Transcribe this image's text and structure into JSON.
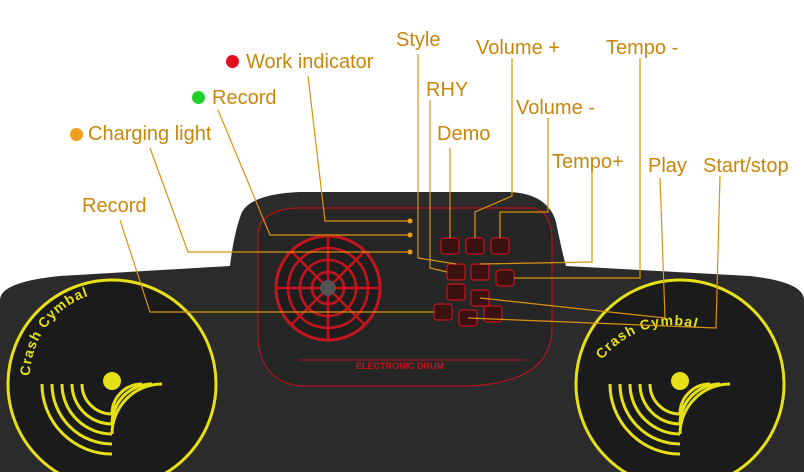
{
  "labels": {
    "style": "Style",
    "volume_up": "Volume +",
    "tempo_down": "Tempo -",
    "work_indicator": "Work indicator",
    "rhy": "RHY",
    "record_indicator": "Record",
    "volume_down": "Volume -",
    "charging_light": "Charging light",
    "demo": "Demo",
    "tempo_up": "Tempo+",
    "play": "Play",
    "start_stop": "Start/stop",
    "record_button": "Record"
  },
  "pads": {
    "left": "Crash Cymbal",
    "right": "Crash Cymbal"
  },
  "device": {
    "panel_text": "ELECTRONIC DRUM"
  },
  "colors": {
    "label": "#c8860a",
    "leader_line": "#d9920f",
    "work_indicator_dot": "#e3101a",
    "record_indicator_dot": "#1fd12a",
    "charging_light_dot": "#f0a020",
    "pad_yellow": "#e6e016",
    "device_body": "#2b2b2b",
    "panel_red": "#b3141c"
  },
  "icons": [
    "speaker-grille-icon"
  ]
}
